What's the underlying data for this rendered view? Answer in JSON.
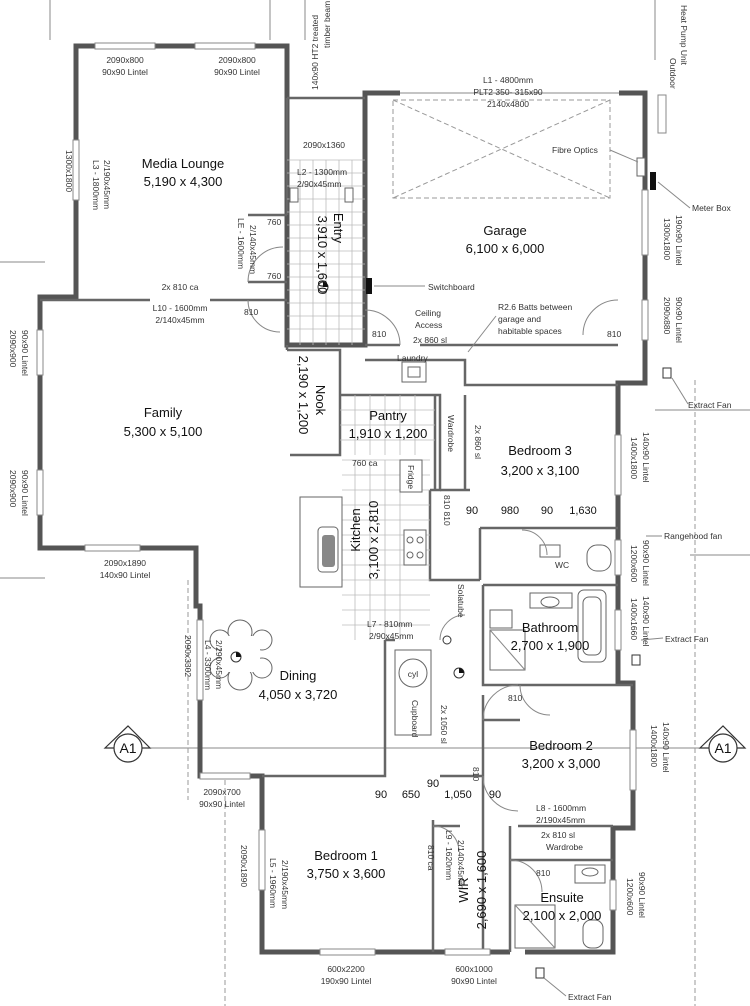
{
  "rooms": {
    "media_lounge": {
      "name": "Media Lounge",
      "size": "5,190 x 4,300"
    },
    "garage": {
      "name": "Garage",
      "size": "6,100 x 6,000"
    },
    "entry": {
      "name": "Entry",
      "size": "3,910 x 1,600"
    },
    "family": {
      "name": "Family",
      "size": "5,300 x 5,100"
    },
    "nook": {
      "name": "Nook",
      "size": "2,190 x 1,200"
    },
    "pantry": {
      "name": "Pantry",
      "size": "1,910 x 1,200"
    },
    "bedroom3": {
      "name": "Bedroom 3",
      "size": "3,200 x 3,100"
    },
    "kitchen": {
      "name": "Kitchen",
      "size": "3,100 x 2,810"
    },
    "bathroom": {
      "name": "Bathroom",
      "size": "2,700 x 1,900"
    },
    "dining": {
      "name": "Dining",
      "size": "4,050 x 3,720"
    },
    "bedroom2": {
      "name": "Bedroom 2",
      "size": "3,200 x 3,000"
    },
    "bedroom1": {
      "name": "Bedroom 1",
      "size": "3,750 x 3,600"
    },
    "wir": {
      "name": "WIR",
      "size": "2,690 x 1,600"
    },
    "ensuite": {
      "name": "Ensuite",
      "size": "2,100 x 2,000"
    }
  },
  "labels": {
    "w2090x800a": "2090x800",
    "lintel90a": "90x90 Lintel",
    "w2090x800b": "2090x800",
    "lintel90b": "90x90 Lintel",
    "timber_beam_1": "140x90 HT2 treated",
    "timber_beam_2": "timber beam",
    "outdoor_unit_1": "Outdoor",
    "outdoor_unit_2": "Heat Pump Unit",
    "l1": "L1 - 4800mm",
    "plt2": "PLT2 350- 315x90",
    "garage_door": "2140x4800",
    "fibre_optics": "Fibre Optics",
    "meter_box": "Meter Box",
    "w2090x1360": "2090x1360",
    "l2": "L2 - 1300mm",
    "l2_spec": "2/90x45mm",
    "l3": "L3 - 1800mm",
    "l3_spec": "2/190x45mm",
    "w1300x1800": "1300x1800",
    "le": "LE - 1600mm",
    "le_spec": "2/140x45mm",
    "d760a": "760",
    "d760b": "760",
    "switchboard": "Switchboard",
    "d2x810ca": "2x 810 ca",
    "l10": "L10 - 1600mm",
    "l10_spec": "2/140x45mm",
    "d810a": "810",
    "ceiling_1": "Ceiling",
    "ceiling_2": "Access",
    "d810b": "810",
    "d2x860sl": "2x 860 sl",
    "batts_1": "R2.6 Batts between",
    "batts_2": "garage and",
    "batts_3": "habitable spaces",
    "d810c": "810",
    "w1300x1800b": "1300x1800",
    "lintel190": "190x90 Lintel",
    "w2090x880": "2090x880",
    "lintel90c": "90x90 Lintel",
    "laundry": "Laundry",
    "w2090x900a": "2090x900",
    "lintel90d": "90x90 Lintel",
    "extract_fan_a": "Extract Fan",
    "wardrobe3": "Wardrobe",
    "d2x860sl_b": "2x 860 sl",
    "d760ca": "760 ca",
    "fridge": "Fridge",
    "w1400x1800a": "1400x1800",
    "lintel140a": "140x90 Lintel",
    "w2090x900b": "2090x900",
    "lintel90e": "90x90 Lintel",
    "dim90a": "90",
    "dim980": "980",
    "dim90b": "90",
    "dim1630": "1,630",
    "d810810": "810 810",
    "rangehood": "Rangehood fan",
    "wc": "WC",
    "w1200x600a": "1200x600",
    "lintel90f": "90x90 Lintel",
    "w2090x1890": "2090x1890",
    "lintel140b": "140x90 Lintel",
    "solatube": "Solatube",
    "l7": "L7 - 810mm",
    "l7_spec": "2/90x45mm",
    "w1400x1660": "1400x1660",
    "lintel140c": "140x90 Lintel",
    "extract_fan_b": "Extract Fan",
    "w2090x3302": "2090x3302",
    "l4": "L4 - 3300mm",
    "l4_spec": "2/290x45mm",
    "cyl": "cyl",
    "cupboard": "Cupboard",
    "d2x1050sl": "2x 1050 sl",
    "d810d": "810",
    "section_a": "A1",
    "section_b": "A1",
    "w1400x1800b": "1400x1800",
    "lintel140d": "140x90 Lintel",
    "w2090x700": "2090x700",
    "lintel90g": "90x90 Lintel",
    "d810e": "810",
    "dim90c": "90",
    "dim650": "650",
    "dim90d": "90",
    "dim1050": "1,050",
    "dim90e": "90",
    "l8": "L8 - 1600mm",
    "l8_spec": "2/190x45mm",
    "d2x810sl": "2x 810 sl",
    "wardrobe2": "Wardrobe",
    "w2090x1890b": "2090x1890",
    "l5": "L5 - 1960mm",
    "l5_spec": "2/190x45mm",
    "d810ca": "810 ca",
    "l9": "L9 - 1620mm",
    "l9_spec": "2/140x45mm",
    "d810f": "810",
    "w1200x600b": "1200x600",
    "lintel90h": "90x90 Lintel",
    "w600x2200": "600x2200",
    "lintel190b": "190x90 Lintel",
    "w600x1000": "600x1000",
    "lintel90i": "90x90 Lintel",
    "extract_fan_c": "Extract Fan"
  }
}
